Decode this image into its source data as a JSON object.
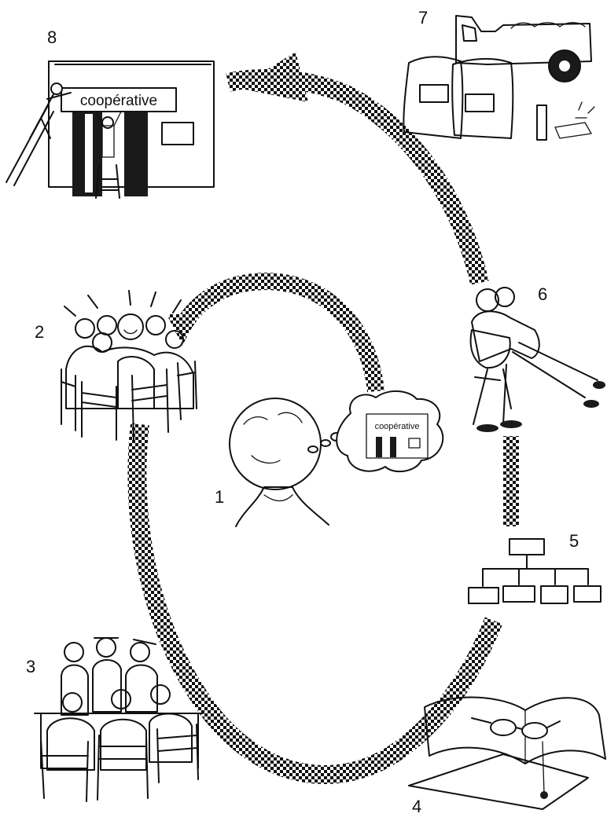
{
  "diagram": {
    "steps": [
      {
        "number": "1"
      },
      {
        "number": "2"
      },
      {
        "number": "3"
      },
      {
        "number": "4"
      },
      {
        "number": "5"
      },
      {
        "number": "6"
      },
      {
        "number": "7"
      },
      {
        "number": "8"
      }
    ],
    "signs": {
      "building_sign": "coopérative",
      "thought_sign": "coopérative"
    },
    "colors": {
      "ink": "#111111",
      "paper": "#ffffff"
    }
  }
}
